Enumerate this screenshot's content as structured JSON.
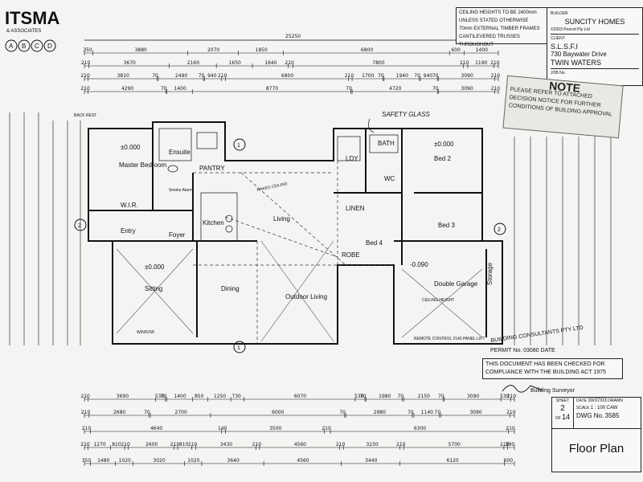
{
  "firm": {
    "name": "ITSMA",
    "sub": "& ASSOCIATES",
    "grid_letters": [
      "A",
      "B",
      "C",
      "D"
    ]
  },
  "notes_box": {
    "lines": [
      "CEILING HEIGHTS TO BE 2400mm",
      "UNLESS STATED OTHERWISE",
      "70mm EXTERNAL TIMBER FRAMES",
      "CANTILEVERED TRUSSES THROUGHOUT"
    ]
  },
  "title_block": {
    "builder_label": "BUILDER",
    "builder": "SUNCITY HOMES",
    "copyright": "©2003",
    "copyright_holder": "Peecot Pty Ltd",
    "client_label": "CLIENT",
    "client": "S.L.S.F.I",
    "address": "730 Baywater Drive",
    "locality": "TWIN WATERS",
    "job_label": "JOB No."
  },
  "stamp_note": {
    "heading": "NOTE",
    "lines": [
      "PLEASE REFER TO ATTACHED",
      "DECISION NOTICE FOR FURTHER",
      "CONDITIONS OF BUILDING APPROVAL"
    ]
  },
  "certifier": {
    "company": "BUILDING CONSULTANTS PTY LTD",
    "permit_label": "PERMIT No.",
    "permit_no": "03080",
    "date_label": "DATE",
    "statement": [
      "THIS DOCUMENT HAS BEEN CHECKED FOR",
      "COMPLIANCE WITH THE BUILDING ACT 1975"
    ],
    "role": "Building Surveyor"
  },
  "sheet_block": {
    "sheet_label": "SHEET",
    "sheet_no": "2",
    "of_label": "OF",
    "total": "14",
    "date_label": "DATE",
    "date": "30/07/03",
    "drawn_label": "DRAWN",
    "drawn_by": "CAW",
    "scale_label": "SCALE",
    "scale": "1 : 100",
    "dwg_label": "DWG No.",
    "dwg_no": "3585",
    "title": "Floor Plan"
  },
  "plan": {
    "overall_width": "25250",
    "top_dims": [
      [
        "350",
        "3880",
        "2070",
        "1850",
        "6800",
        "600",
        "1400"
      ],
      [
        "210",
        "3670",
        "2160",
        "1650",
        "1640",
        "210",
        "7800",
        "210",
        "1190",
        "210"
      ],
      [
        "210",
        "3810",
        "70",
        "2490",
        "70",
        "940",
        "210",
        "6800",
        "210",
        "1700",
        "70",
        "1940",
        "70",
        "940",
        "70",
        "3090",
        "210"
      ],
      [
        "210",
        "4290",
        "70",
        "1400",
        "8770",
        "70",
        "4720",
        "70",
        "3090",
        "210"
      ]
    ],
    "bottom_dims": [
      [
        "210",
        "3690",
        "530",
        "70",
        "1400",
        "850",
        "1250",
        "730",
        "6070",
        "530",
        "70",
        "1980",
        "70",
        "2150",
        "70",
        "3090",
        "530",
        "210"
      ],
      [
        "210",
        "2680",
        "70",
        "2700",
        "6000",
        "70",
        "2980",
        "70",
        "1140",
        "70",
        "3090",
        "210"
      ],
      [
        "210",
        "4640",
        "140",
        "3500",
        "210",
        "6300",
        "210"
      ],
      [
        "210",
        "1270",
        "810",
        "210",
        "2600",
        "210",
        "810",
        "210",
        "3430",
        "210",
        "4560",
        "210",
        "3230",
        "210",
        "5700",
        "210",
        "390"
      ],
      [
        "350",
        "1480",
        "1020",
        "3020",
        "1020",
        "3640",
        "4560",
        "3440",
        "6120",
        "600"
      ]
    ],
    "rooms": {
      "master": "Master Bedroom",
      "ensuite": "Ensuite",
      "wir": "W.I.R.",
      "entry": "Entry",
      "foyer": "Foyer",
      "kitchen": "Kitchen",
      "living": "Living",
      "sitting": "Sitting",
      "dining": "Dining",
      "outdoor": "Outdoor Living",
      "bed2": "Bed 2",
      "bed3": "Bed 3",
      "bed4": "Bed 4",
      "garage": "Double Garage",
      "storage": "Storage",
      "bath": "BATH",
      "ldy": "LDY",
      "wc": "WC",
      "linen": "LINEN",
      "pantry": "PANTRY",
      "robe": "ROBE"
    },
    "levels": {
      "master": "±0.000",
      "sitting": "±0.000",
      "bed2": "±0.000",
      "garage": "-0.090"
    },
    "annotations": {
      "safety_glass": "SAFETY GLASS",
      "smoke_alarm": "Smoke Alarm",
      "remote": "REMOTE CONTROL 2140 PANEL LIFT",
      "raked_ceiling": "RAKED CEILING",
      "ceiling_height": "CEILING HEIGHT",
      "back_rest": "BACK REST",
      "window": "WINDOW",
      "grid_marks": [
        "1",
        "2"
      ]
    }
  }
}
